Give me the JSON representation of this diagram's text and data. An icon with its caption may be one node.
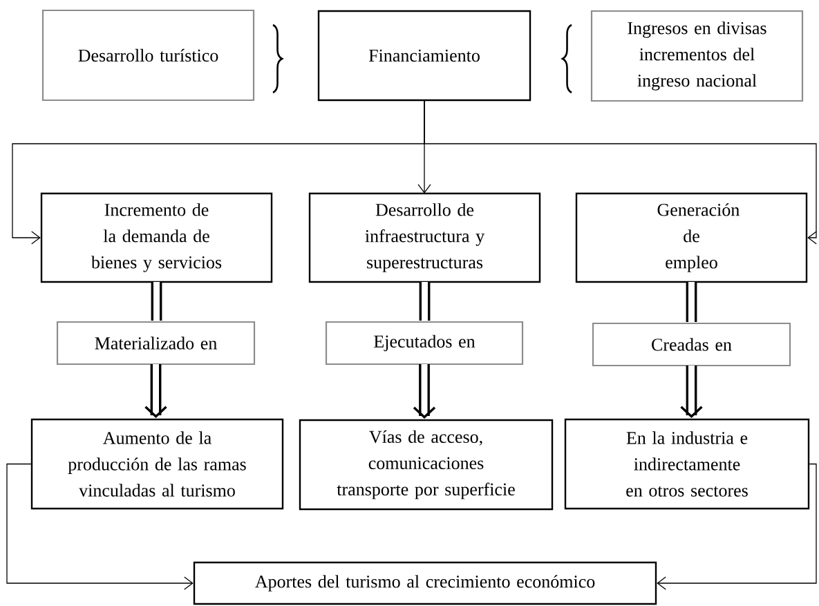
{
  "diagram": {
    "nodes": [
      {
        "text": [
          "Desarrollo turístico"
        ]
      },
      {
        "text": [
          "Financiamiento"
        ]
      },
      {
        "text": [
          "Ingresos en divisas incrementos del ingreso nacional"
        ]
      },
      {
        "text": [
          "Incremento de la demanda de bienes y servicios"
        ]
      },
      {
        "text": [
          "Desarrollo de infraestructura y superestructuras"
        ]
      },
      {
        "text": [
          "Generación de empleo"
        ]
      },
      {
        "text": [
          "Materializado en"
        ]
      },
      {
        "text": [
          "Ejecutados en"
        ]
      },
      {
        "text": [
          "Creadas en"
        ]
      },
      {
        "text": [
          "Aumento de la producción de las ramas vinculadas al turismo"
        ]
      },
      {
        "text": [
          "Vías de acceso, comunicaciones transporte por superficie"
        ]
      },
      {
        "text": [
          "En la industria e indirectamente en otros sectores"
        ]
      },
      {
        "text": [
          "Aportes del turismo al crecimiento económico"
        ]
      }
    ],
    "edges": [
      {
        "from": 1,
        "to": 4,
        "arrow": "to"
      },
      {
        "from": 1,
        "to": 3,
        "arrow": "to"
      },
      {
        "from": 1,
        "to": 5,
        "arrow": "to"
      },
      {
        "from": 3,
        "to": 6,
        "arrow": "none"
      },
      {
        "from": 6,
        "to": 9,
        "arrow": "to"
      },
      {
        "from": 4,
        "to": 7,
        "arrow": "none"
      },
      {
        "from": 7,
        "to": 10,
        "arrow": "to"
      },
      {
        "from": 5,
        "to": 8,
        "arrow": "none"
      },
      {
        "from": 8,
        "to": 11,
        "arrow": "to"
      },
      {
        "from": 9,
        "to": 12,
        "arrow": "to"
      },
      {
        "from": 11,
        "to": 12,
        "arrow": "to"
      }
    ]
  }
}
